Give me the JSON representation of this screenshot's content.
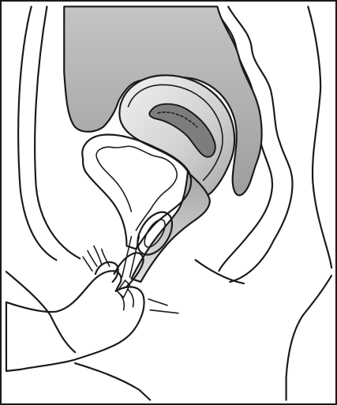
{
  "illustration": {
    "colors": {
      "outline": "#1a1a1a",
      "background": "#ffffff",
      "tissue_shade": "#b5b5b5",
      "tissue_light": "#e6e6e6",
      "cavity_dark": "#7d7d7d"
    },
    "parts": [
      "body-outline",
      "spine-curve",
      "bowel",
      "uterus",
      "uterine-cavity",
      "bladder",
      "vaginal-canal",
      "insertion-ring",
      "hand",
      "fingers"
    ]
  }
}
